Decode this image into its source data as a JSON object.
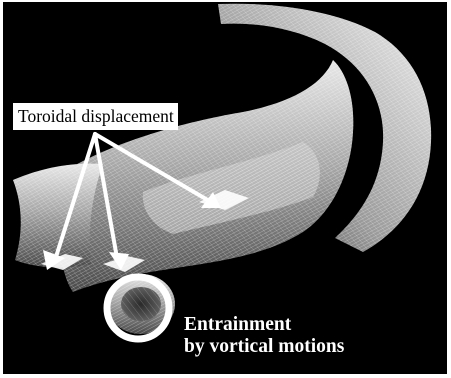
{
  "figure": {
    "annotation_toroidal": "Toroidal displacement",
    "annotation_entrainment_line1": "Entrainment",
    "annotation_entrainment_line2": "by vortical motions"
  },
  "colors": {
    "background": "#000000",
    "mesh": "#d9d9d9",
    "arrow": "#ffffff",
    "highlight_ring": "#ffffff"
  },
  "icons": {
    "arrow": "arrow-icon",
    "ring": "circle-highlight-icon"
  }
}
